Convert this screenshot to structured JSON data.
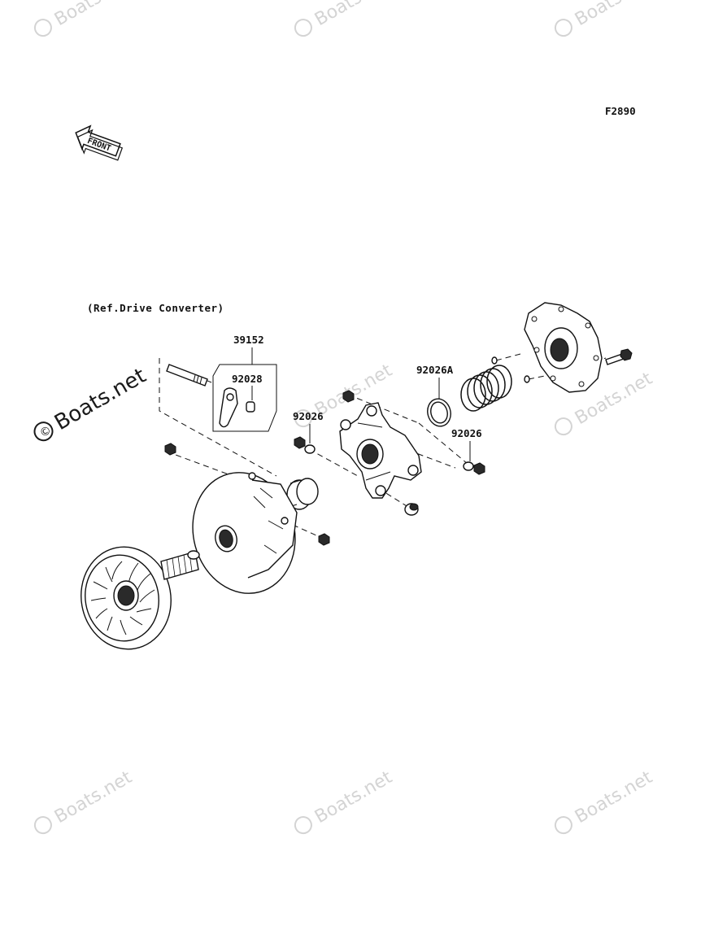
{
  "figure_code": "F2890",
  "reference_note": "(Ref.Drive Converter)",
  "front_arrow_text": "FRONT",
  "part_labels": {
    "p39152": "39152",
    "p92028": "92028",
    "p92026_left": "92026",
    "p92026A": "92026A",
    "p92026_right": "92026"
  },
  "watermark": {
    "text": "Boats.net",
    "symbol": "©"
  }
}
